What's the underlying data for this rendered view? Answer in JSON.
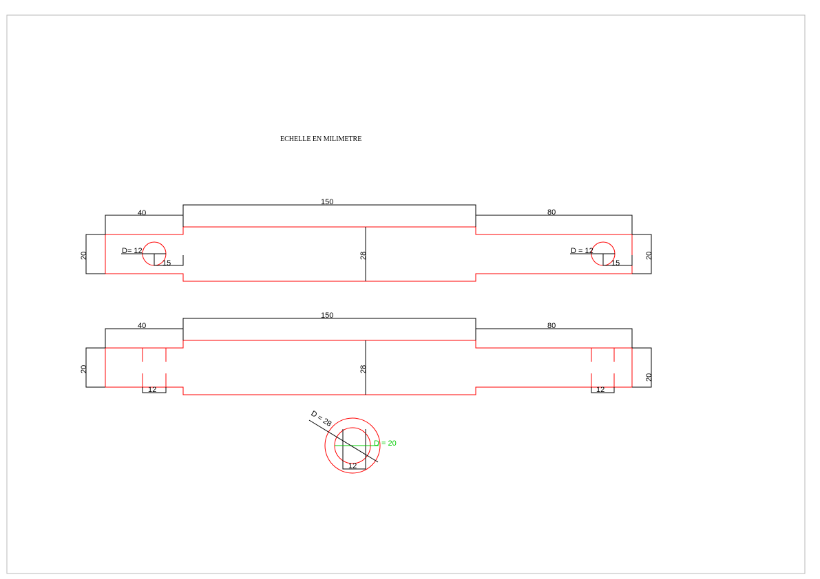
{
  "drawing": {
    "title": "ECHELLE EN MILIMETRE",
    "colors": {
      "outline": "#ff0000",
      "dimension": "#000000",
      "highlight": "#00cc00",
      "frame": "#b8b8b8"
    }
  },
  "view_top": {
    "dim_left_length": "40",
    "dim_center_length": "150",
    "dim_right_length": "80",
    "dim_left_height": "20",
    "dim_right_height": "20",
    "dim_center_diameter": "28",
    "hole_left_label": "D= 12",
    "hole_left_offset": "15",
    "hole_right_label": "D = 12",
    "hole_right_offset": "15"
  },
  "view_bottom": {
    "dim_left_length": "40",
    "dim_center_length": "150",
    "dim_right_length": "80",
    "dim_left_height": "20",
    "dim_right_height": "20",
    "dim_center_diameter": "28",
    "slot_left_width": "12",
    "slot_right_width": "12"
  },
  "section": {
    "outer_label": "D = 28",
    "inner_label": "D = 20",
    "slot_width": "12"
  }
}
